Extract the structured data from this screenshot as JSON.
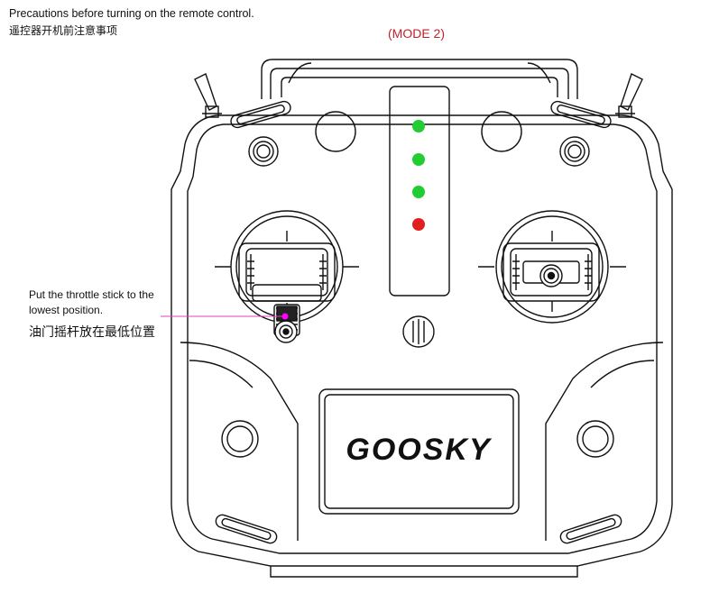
{
  "header": {
    "title_en": "Precautions before turning on the remote control.",
    "title_zh": "遥控器开机前注意事项",
    "mode_label": "(MODE 2)"
  },
  "callout": {
    "line1_en": "Put the throttle stick to the",
    "line2_en": "lowest position.",
    "line_zh": "油门摇杆放在最低位置"
  },
  "logo": {
    "text": "GOOSKY"
  },
  "led_indicators": [
    {
      "color": "#22cc33",
      "state": "green"
    },
    {
      "color": "#22cc33",
      "state": "green"
    },
    {
      "color": "#22cc33",
      "state": "green"
    },
    {
      "color": "#e02020",
      "state": "red"
    }
  ],
  "colors": {
    "callout_line": "#e040c0",
    "callout_dot": "#ff00ff",
    "mode_text": "#c0222c"
  }
}
